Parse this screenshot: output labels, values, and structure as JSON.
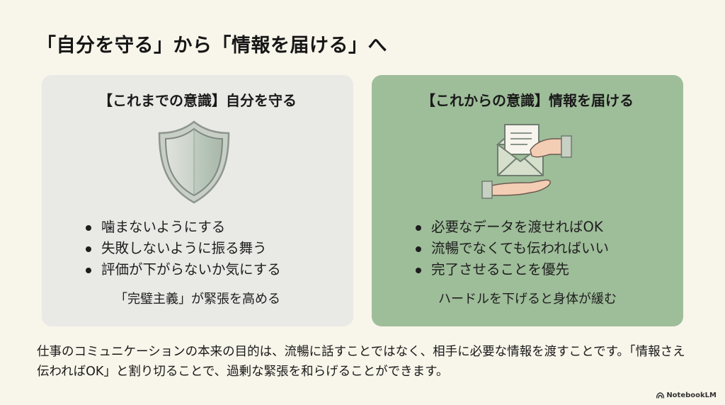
{
  "slide": {
    "title": "「自分を守る」から「情報を届ける」へ",
    "left_card": {
      "title": "【これまでの意識】自分を守る",
      "icon": "shield-icon",
      "bullets": [
        "噛まないようにする",
        "失敗しないように振る舞う",
        "評価が下がらないか気にする"
      ],
      "caption": "「完璧主義」が緊張を高める",
      "bg_color": "#e9e9e6"
    },
    "right_card": {
      "title": "【これからの意識】情報を届ける",
      "icon": "hand-delivering-envelope-icon",
      "bullets": [
        "必要なデータを渡せればOK",
        "流暢でなくても伝わればいい",
        "完了させることを優先"
      ],
      "caption": "ハードルを下げると身体が緩む",
      "bg_color": "#9ebd99"
    },
    "summary": "仕事のコミュニケーションの本来の目的は、流暢に話すことではなく、相手に必要な情報を渡すことです。「情報さえ伝わればOK」と割り切ることで、過剰な緊張を和らげることができます。",
    "brand": "NotebookLM",
    "background_color": "#f8f5ea"
  }
}
